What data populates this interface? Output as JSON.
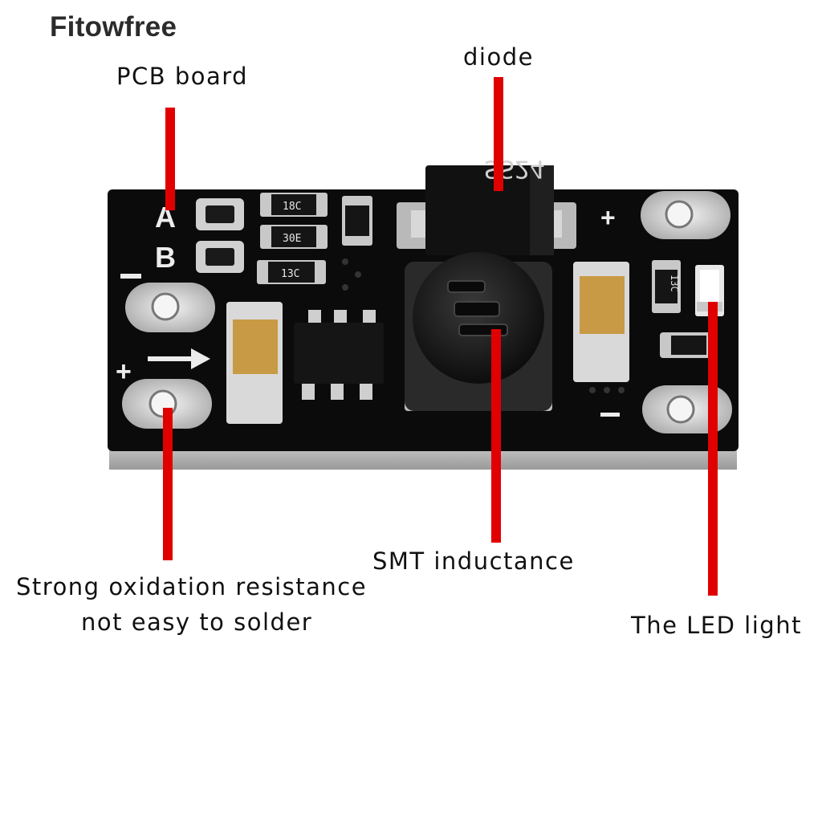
{
  "brand": "Fitowfree",
  "labels": {
    "pcb_board": "PCB board",
    "diode": "diode",
    "smt_inductance": "SMT inductance",
    "oxidation_line1": "Strong oxidation resistance",
    "oxidation_line2": "not easy to solder",
    "led_light": "The LED light"
  },
  "silkscreen": {
    "pad_a": "A",
    "pad_b": "B",
    "plus": "+",
    "minus": "−",
    "diode_marking": "SS24",
    "resistor_1": "18C",
    "resistor_2": "30E",
    "resistor_3": "13C",
    "resistor_4": "13C"
  },
  "colors": {
    "pointer": "#e00000",
    "board": "#0b0b0b",
    "pad": "#d8d8d8",
    "capacitor": "#c99a45"
  }
}
